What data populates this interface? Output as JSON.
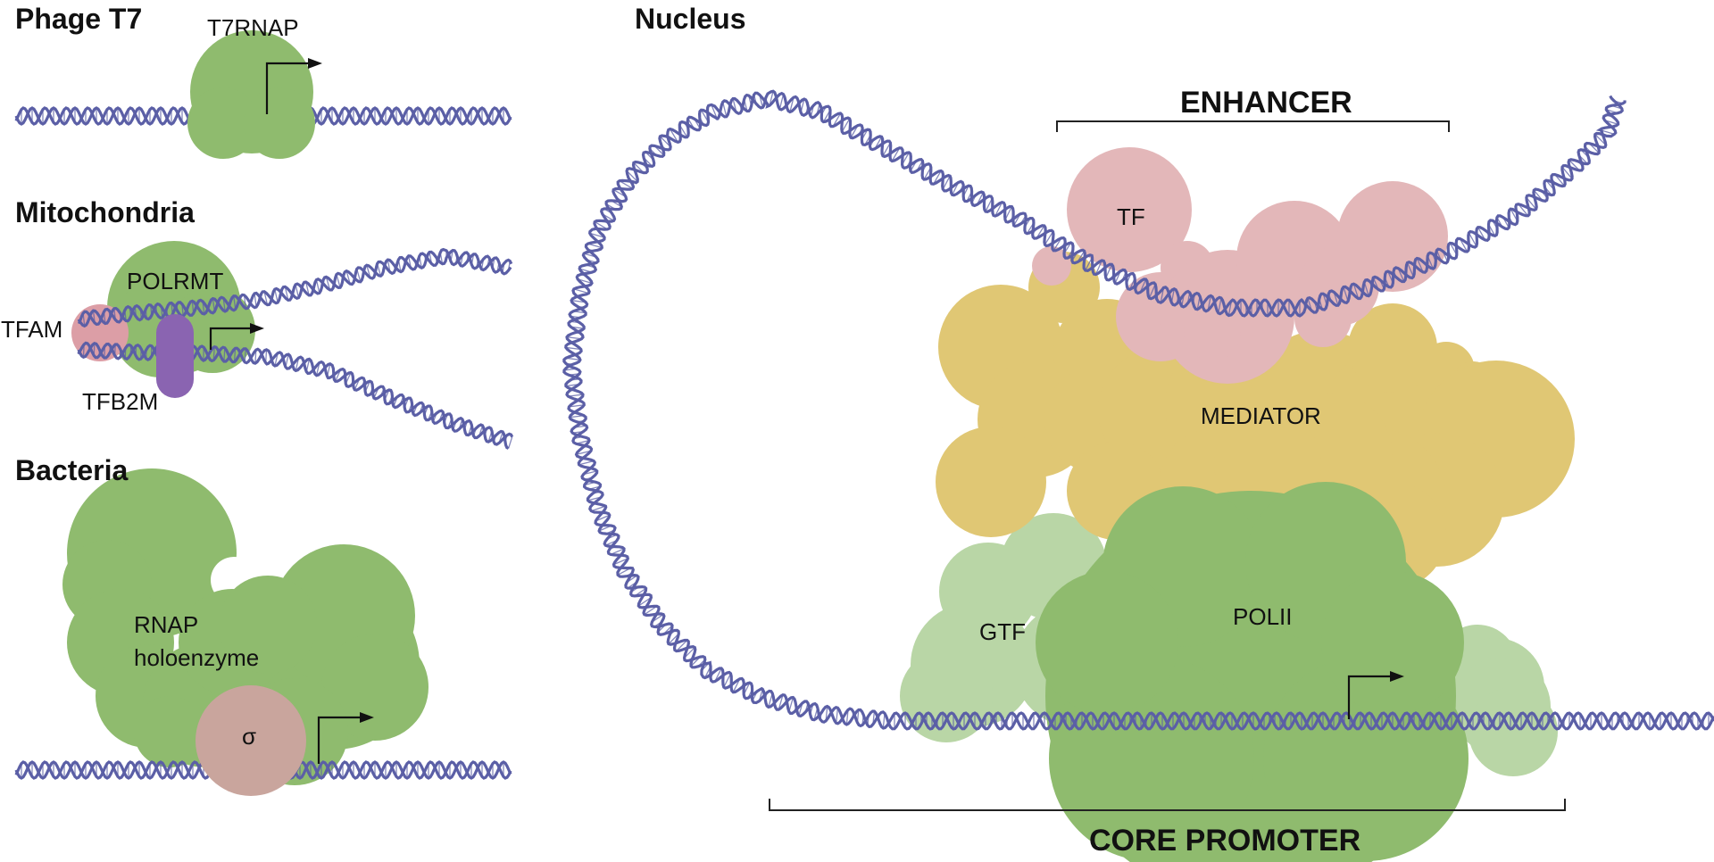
{
  "sections": {
    "phage": {
      "title": "Phage T7",
      "polymerase": "T7RNAP"
    },
    "mito": {
      "title": "Mitochondria",
      "polymerase": "POLRMT",
      "factor1": "TFAM",
      "factor2": "TFB2M"
    },
    "bacteria": {
      "title": "Bacteria",
      "holo_line1": "RNAP",
      "holo_line2": "holoenzyme",
      "sigma": "σ"
    },
    "nucleus": {
      "title": "Nucleus",
      "enhancer": "ENHANCER",
      "tf": "TF",
      "mediator": "MEDIATOR",
      "gtf": "GTF",
      "polii": "POLII",
      "core_promoter": "CORE PROMOTER"
    }
  },
  "colors": {
    "dna": "#5b5fa6",
    "polymerase": "#8fbb6e",
    "gtf": "#b9d6a6",
    "tf": "#e3b7b9",
    "mediator": "#e0c774",
    "tfam": "#dc9ea6",
    "tfb2m": "#8a64b1",
    "sigma": "#c9a59d"
  }
}
